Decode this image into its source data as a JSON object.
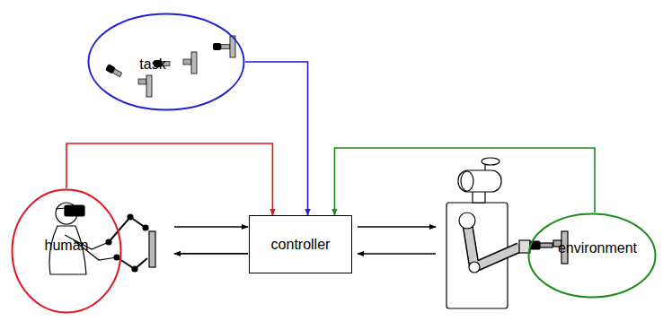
{
  "diagram": {
    "nodes": [
      {
        "text": [
          "task"
        ]
      },
      {
        "text": [
          "human"
        ]
      },
      {
        "text": [
          "controller"
        ]
      },
      {
        "text": [
          "environment"
        ]
      }
    ],
    "edges": [
      {
        "from": 0,
        "to": 2,
        "arrow": "to"
      },
      {
        "from": 1,
        "to": 2,
        "arrow": "to"
      },
      {
        "from": 3,
        "to": 2,
        "arrow": "to"
      },
      {
        "from": 1,
        "to": 2,
        "arrow": "to"
      },
      {
        "from": 2,
        "to": 1,
        "arrow": "to"
      }
    ]
  }
}
